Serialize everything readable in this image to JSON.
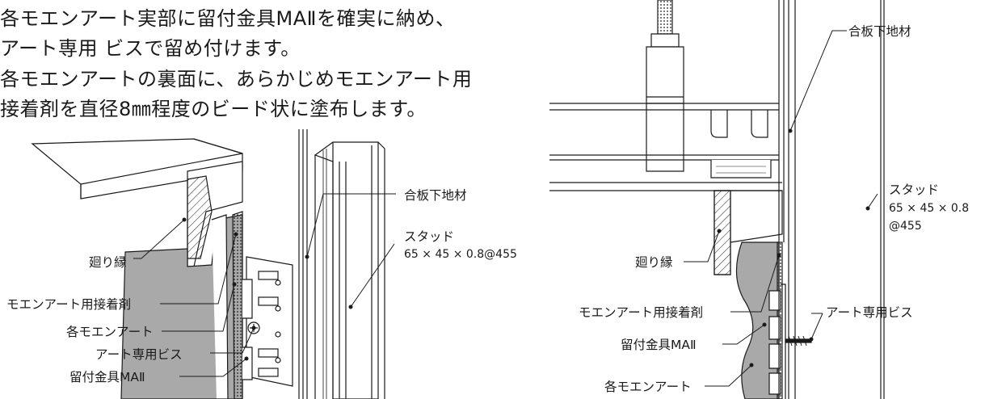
{
  "instructions": [
    "各モエンアート実部に留付金具MAⅡを確実に納め、",
    "アート専用 ビスで留め付けます。",
    "各モエンアートの裏面に、あらかじめモエンアート用",
    "接着剤を直径8㎜程度のビード状に塗布します。"
  ],
  "left_diagram": {
    "labels": {
      "plywood": "合板下地材",
      "stud_name": "スタッド",
      "stud_spec": "65 × 45 × 0.8@455",
      "edging": "廻り縁",
      "adhesive": "モエンアート用接着剤",
      "panel": "各モエンアート",
      "screw": "アート専用ビス",
      "bracket": "留付金具MAⅡ"
    }
  },
  "right_diagram": {
    "labels": {
      "plywood": "合板下地材",
      "stud_name": "スタッド",
      "stud_spec_1": "65 × 45 × 0.8",
      "stud_spec_2": "@455",
      "edging": "廻り縁",
      "adhesive": "モエンアート用接着剤",
      "screw": "アート専用ビス",
      "bracket": "留付金具MAⅡ",
      "panel": "各モエンアート"
    }
  },
  "colors": {
    "panel_fill": "#a9a9a9",
    "line": "#1a1a1a"
  }
}
